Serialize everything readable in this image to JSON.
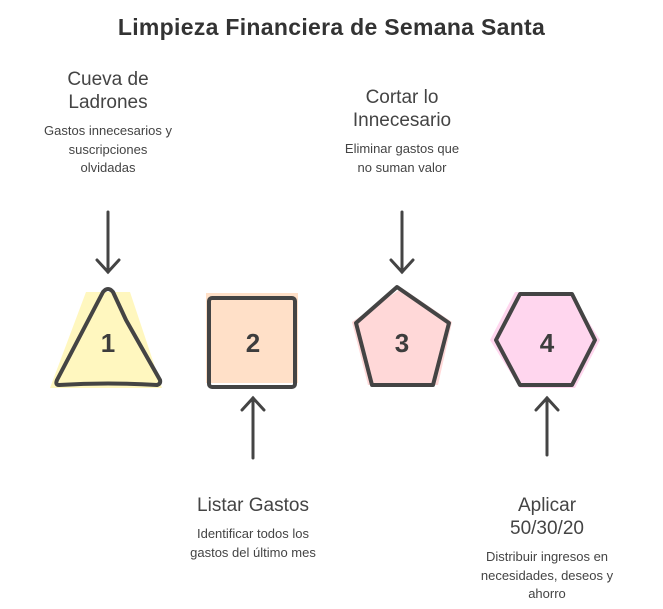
{
  "title": "Limpieza Financiera de Semana Santa",
  "steps": [
    {
      "number": "1",
      "shape": "triangle",
      "color": "#fff6b8",
      "label_lines": [
        "Cueva de",
        "Ladrones"
      ],
      "desc_lines": [
        "Gastos innecesarios y",
        "suscripciones",
        "olvidadas"
      ]
    },
    {
      "number": "2",
      "shape": "square",
      "color": "#ffe0c8",
      "label_lines": [
        "Listar Gastos"
      ],
      "desc_lines": [
        "Identificar todos los",
        "gastos del último mes"
      ]
    },
    {
      "number": "3",
      "shape": "pentagon",
      "color": "#ffd8d8",
      "label_lines": [
        "Cortar lo",
        "Innecesario"
      ],
      "desc_lines": [
        "Eliminar gastos que",
        "no suman valor"
      ]
    },
    {
      "number": "4",
      "shape": "hexagon",
      "color": "#ffd6ee",
      "label_lines": [
        "Aplicar",
        "50/30/20"
      ],
      "desc_lines": [
        "Distribuir ingresos en",
        "necesidades, deseos y",
        "ahorro"
      ]
    }
  ]
}
